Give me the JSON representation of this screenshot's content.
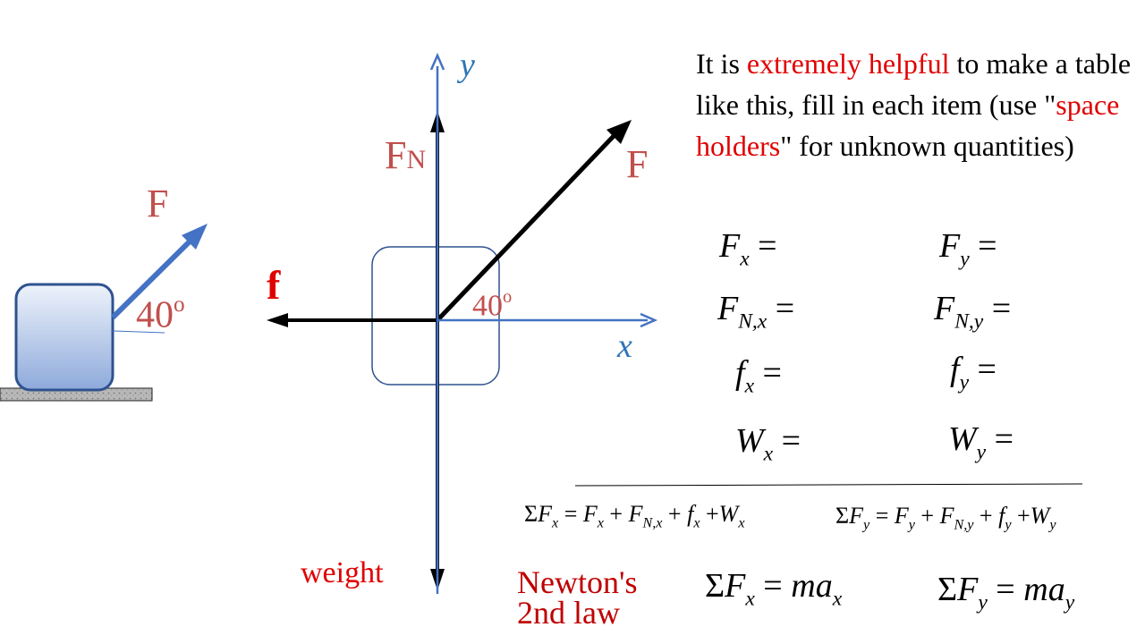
{
  "colors": {
    "force_label": "#c0504d",
    "axis_blue": "#2e75b6",
    "arrow_blue": "#4472c4",
    "highlight_red": "#e00000",
    "law_red": "#c00000"
  },
  "left_figure": {
    "force_label": "F",
    "angle_value": "40",
    "angle_degree": "o"
  },
  "fbd": {
    "y_axis": "y",
    "x_axis": "x",
    "normal_force_main": "F",
    "normal_force_sub": "N",
    "applied_force": "F",
    "friction": "f",
    "weight": "weight",
    "angle_value": "40",
    "angle_degree": "o"
  },
  "instructions": {
    "part1": "It is ",
    "highlight1": "extremely helpful",
    "part2": " to make a table like this, fill in each item (use \"",
    "highlight2": "space holders",
    "part3": "\" for unknown quantities)"
  },
  "equations": {
    "eq": "=",
    "F": "F",
    "f": "f",
    "W": "W",
    "x": "x",
    "y": "y",
    "Nx": "N,x",
    "Ny": "N,y",
    "plus": "+",
    "sigma": "Σ",
    "m": "m",
    "a": "a"
  },
  "newtons_law": {
    "line1": "Newton's",
    "line2": "2nd law"
  }
}
